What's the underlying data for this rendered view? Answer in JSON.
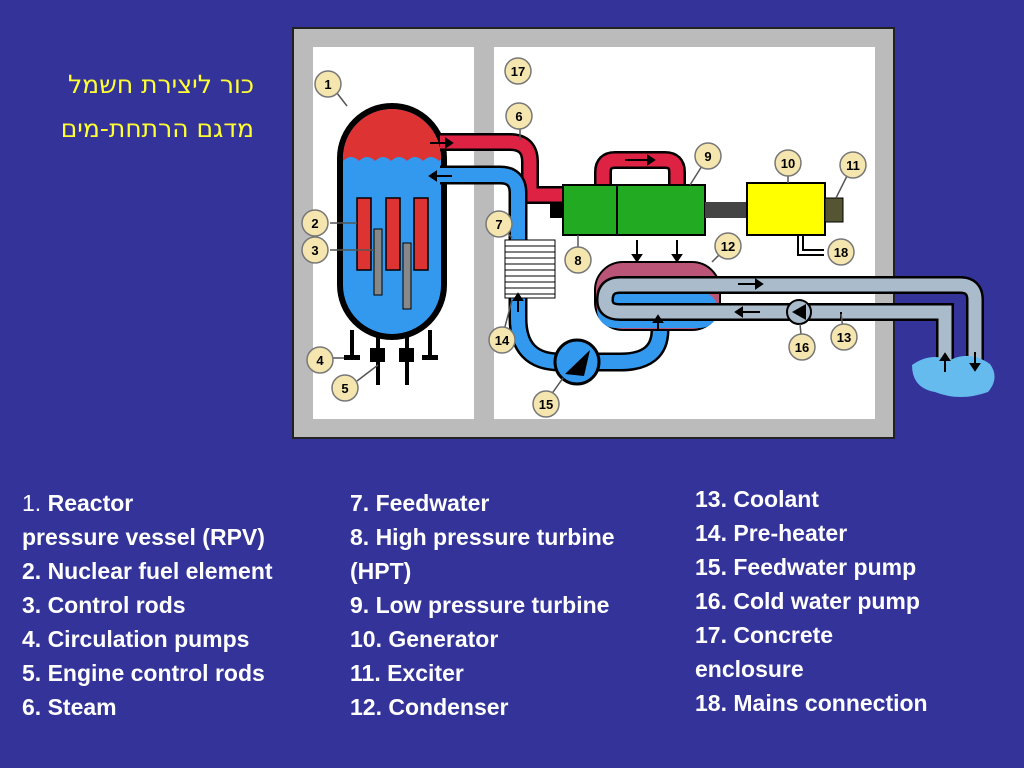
{
  "title": {
    "line1": "כור ליצירת חשמל",
    "line2": "מדגם הרתחת-מים"
  },
  "diagram": {
    "callouts": [
      "1",
      "2",
      "3",
      "4",
      "5",
      "6",
      "7",
      "8",
      "9",
      "10",
      "11",
      "12",
      "13",
      "14",
      "15",
      "16",
      "17",
      "18"
    ],
    "colors": {
      "background": "#333399",
      "enclosure": "#bbbbbb",
      "steam": "#dd2244",
      "water": "#3399ee",
      "turbine": "#22aa22",
      "generator": "#ffff00",
      "exciter": "#444433",
      "condenser": "#7799bb",
      "coolant_pipe": "#aabbcc",
      "callout_fill": "#f5e6b0"
    }
  },
  "legend": {
    "col1": [
      {
        "num": "1.",
        "text": "Reactor"
      },
      {
        "text": "pressure vessel (RPV)"
      },
      {
        "text": "2. Nuclear fuel element"
      },
      {
        "text": "3. Control rods"
      },
      {
        "text": "4. Circulation pumps"
      },
      {
        "text": "5. Engine control rods"
      },
      {
        "text": "6. Steam"
      }
    ],
    "col2": [
      {
        "text": "7. Feedwater"
      },
      {
        "text": "8. High pressure turbine"
      },
      {
        "text": "(HPT)"
      },
      {
        "text": "9. Low pressure turbine"
      },
      {
        "text": "10. Generator"
      },
      {
        "text": "11. Exciter"
      },
      {
        "text": "12. Condenser"
      }
    ],
    "col3": [
      {
        "text": "13. Coolant"
      },
      {
        "text": "14. Pre-heater"
      },
      {
        "text": "15. Feedwater pump"
      },
      {
        "text": "16. Cold water pump"
      },
      {
        "text": "17. Concrete"
      },
      {
        "text": "enclosure"
      },
      {
        "text": "18. Mains connection"
      }
    ]
  }
}
